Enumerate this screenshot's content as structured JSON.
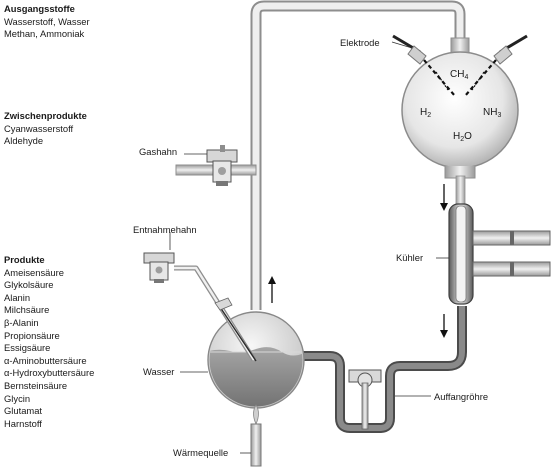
{
  "panels": {
    "ausgangsstoffe": {
      "heading": "Ausgangsstoffe",
      "items": [
        "Wasserstoff, Wasser",
        "Methan, Ammoniak"
      ]
    },
    "zwischenprodukte": {
      "heading": "Zwischenprodukte",
      "items": [
        "Cyanwasserstoff",
        "Aldehyde"
      ]
    },
    "produkte": {
      "heading": "Produkte",
      "items": [
        "Ameisensäure",
        "Glykolsäure",
        "Alanin",
        "Milchsäure",
        "β-Alanin",
        "Propionsäure",
        "Essigsäure",
        "α-Aminobuttersäure",
        "α-Hydroxybuttersäure",
        "Bernsteinsäure",
        "Glycin",
        "Glutamat",
        "Harnstoff"
      ]
    }
  },
  "labels": {
    "elektrode": "Elektrode",
    "gashahn": "Gashahn",
    "entnahmehahn": "Entnahmehahn",
    "kuehler": "Kühler",
    "wasser": "Wasser",
    "auffangroehre": "Auffangröhre",
    "waermequelle": "Wärmequelle"
  },
  "flask_gases": {
    "ch4": {
      "main": "CH",
      "sub": "4"
    },
    "h2": {
      "main": "H",
      "sub": "2"
    },
    "nh3": {
      "main": "NH",
      "sub": "3"
    },
    "h2o": {
      "main": "H",
      "sub": "2",
      "tail": "O"
    }
  },
  "colors": {
    "glass": "#c9c9c9",
    "glass_dark": "#8e8e8e",
    "liquid": "#8f8f8f",
    "flame": "#d8d8d8"
  }
}
